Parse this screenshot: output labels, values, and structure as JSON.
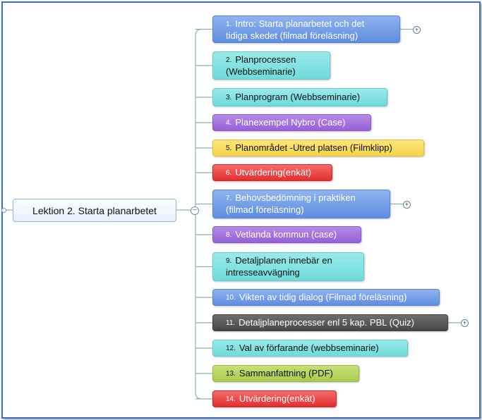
{
  "root": {
    "label": "Lektion 2. Starta planarbetet"
  },
  "nodes": [
    {
      "num": "1.",
      "line1": "Intro: Starta planarbetet och det",
      "line2": "tidiga skedet (filmad föreläsning)",
      "color": "blue",
      "expandable": true
    },
    {
      "num": "2.",
      "line1": "Planprocessen",
      "line2": "(Webbseminarie)",
      "color": "teal",
      "expandable": false
    },
    {
      "num": "3.",
      "line1": "Planprogram (Webbseminarie)",
      "line2": "",
      "color": "teal",
      "expandable": false
    },
    {
      "num": "4.",
      "line1": "Planexempel Nybro (Case)",
      "line2": "",
      "color": "purple",
      "expandable": false
    },
    {
      "num": "5.",
      "line1": "Planområdet -Utred platsen (Filmklipp)",
      "line2": "",
      "color": "yellow",
      "expandable": false
    },
    {
      "num": "6.",
      "line1": "Utvärdering(enkät)",
      "line2": "",
      "color": "red",
      "expandable": false
    },
    {
      "num": "7.",
      "line1": "Behovsbedömning i praktiken",
      "line2": "(filmad föreläsning)",
      "color": "blue",
      "expandable": true
    },
    {
      "num": "8.",
      "line1": "Vetlanda kommun (case)",
      "line2": "",
      "color": "purple",
      "expandable": false
    },
    {
      "num": "9.",
      "line1": "Detaljplanen innebär en",
      "line2": "intresseavvägning",
      "color": "teal",
      "expandable": false
    },
    {
      "num": "10.",
      "line1": "Vikten av tidig dialog (Filmad föreläsning)",
      "line2": "",
      "color": "blue",
      "expandable": false
    },
    {
      "num": "11.",
      "line1": "Detaljplaneprocesser enl 5 kap. PBL (Quiz)",
      "line2": "",
      "color": "dark",
      "expandable": true
    },
    {
      "num": "12.",
      "line1": "Val av förfarande (webbseminarie)",
      "line2": "",
      "color": "teal",
      "expandable": false
    },
    {
      "num": "13.",
      "line1": "Sammanfattning (PDF)",
      "line2": "",
      "color": "green",
      "expandable": false
    },
    {
      "num": "14.",
      "line1": "Utvärdering(enkät)",
      "line2": "",
      "color": "red",
      "expandable": false
    }
  ],
  "icons": {
    "expand": "plus-icon",
    "collapse": "minus-icon"
  },
  "symbols": {
    "plus": "+",
    "minus": "−"
  }
}
